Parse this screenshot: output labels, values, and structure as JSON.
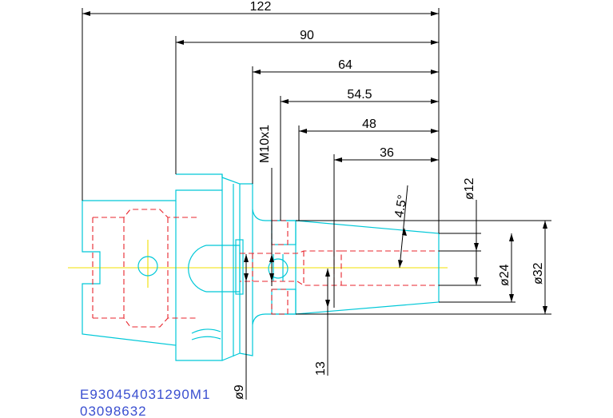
{
  "drawing": {
    "dimensions": {
      "len_122": "122",
      "len_90": "90",
      "len_64": "64",
      "len_54_5": "54.5",
      "len_48": "48",
      "len_36": "36",
      "thread": "M10x1",
      "angle": "4.5°",
      "dia_12": "ø12",
      "dia_24": "ø24",
      "dia_32": "ø32",
      "len_13": "13",
      "dia_9": "ø9"
    },
    "part_code": "E930454031290M1",
    "drawing_number": "03098632"
  },
  "colors": {
    "outline": "#00c8d8",
    "hidden": "#e8242c",
    "centerline": "#f0e000",
    "dimension": "#000000",
    "code_text": "#3a4fd0"
  }
}
